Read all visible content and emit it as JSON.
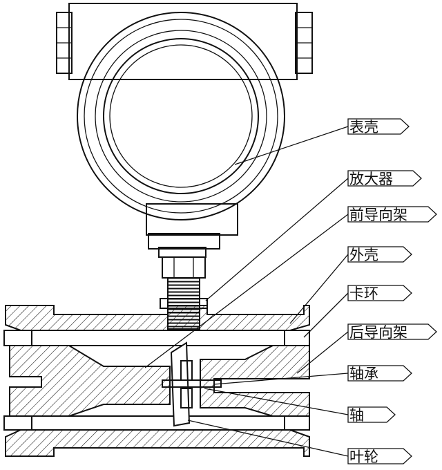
{
  "labels": {
    "housing": "表壳",
    "amplifier": "放大器",
    "front_guide": "前导向架",
    "outer_shell": "外壳",
    "clamp_ring": "卡环",
    "rear_guide": "后导向架",
    "bearing": "轴承",
    "shaft": "轴",
    "impeller": "叶轮"
  }
}
